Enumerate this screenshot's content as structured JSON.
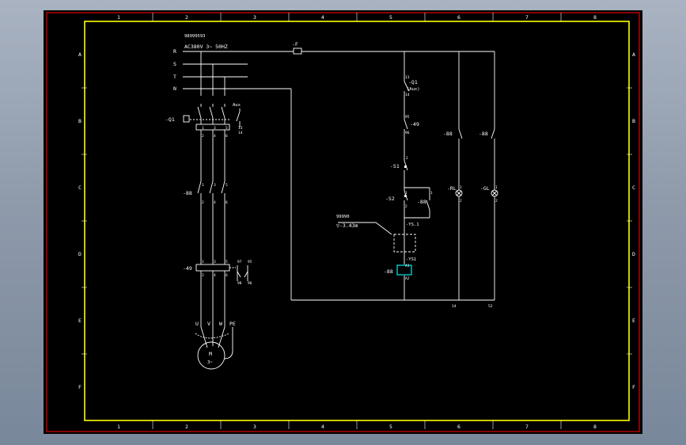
{
  "frame": {
    "columns": [
      "1",
      "2",
      "3",
      "4",
      "5",
      "6",
      "7",
      "8"
    ],
    "rows": [
      "A",
      "B",
      "C",
      "D",
      "E",
      "F"
    ],
    "colors": {
      "background": "#000000",
      "outer_border": "#d00000",
      "inner_border": "#ffff00",
      "wire": "#ffffff",
      "coil": "#00ffff",
      "text": "#ffffff"
    }
  },
  "power": {
    "partno": "98999593",
    "supply": "AC380V  3~  50HZ",
    "phases": [
      "R",
      "S",
      "T",
      "N"
    ],
    "fuse": "-F"
  },
  "main": {
    "q1": "-Q1",
    "aux": "Aux",
    "km": "-88",
    "ol": "-49",
    "terms_top": [
      "1",
      "3",
      "5"
    ],
    "terms_bottom": [
      "2",
      "4",
      "6"
    ],
    "aux_terms": [
      "13",
      "14"
    ],
    "ol_terms": [
      "97",
      "98",
      "95",
      "96"
    ],
    "motor_terms": [
      "U",
      "V",
      "W",
      "PE"
    ],
    "motor_m": "M",
    "motor_ph": "3~"
  },
  "control": {
    "q1aux": "-Q1",
    "q1aux_sub": "(Aux)",
    "q1aux_terms": [
      "13",
      "14"
    ],
    "ol": "-49",
    "ol_terms": [
      "95",
      "96"
    ],
    "s1": "-S1",
    "s1_term": "2",
    "s2": "-S2",
    "s2_terms": [
      "1",
      "2"
    ],
    "hold": "-88",
    "hold_term": "1",
    "ts": "-YS.1",
    "level_code": "99990",
    "level_text": "▽-3.43m",
    "yst_label": "-YS1",
    "coil": "-88",
    "coil_terms": [
      "A1",
      "A2"
    ],
    "k88_2": "-88",
    "k88_3": "-88",
    "rl": "-RL",
    "gl": "-GL",
    "lamp_terms": [
      "1",
      "2"
    ],
    "refs": [
      "14",
      "52"
    ]
  }
}
